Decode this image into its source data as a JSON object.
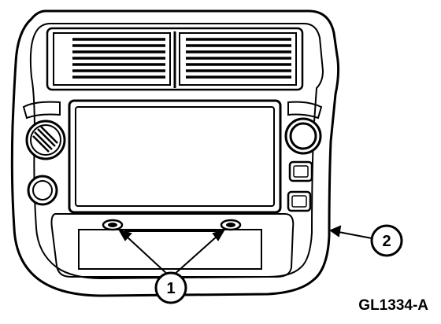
{
  "callouts": [
    {
      "id": "callout-1",
      "label": "1"
    },
    {
      "id": "callout-2",
      "label": "2"
    }
  ],
  "figure_id": "GL1334-A",
  "colors": {
    "ink": "#000000",
    "paper": "#ffffff"
  }
}
